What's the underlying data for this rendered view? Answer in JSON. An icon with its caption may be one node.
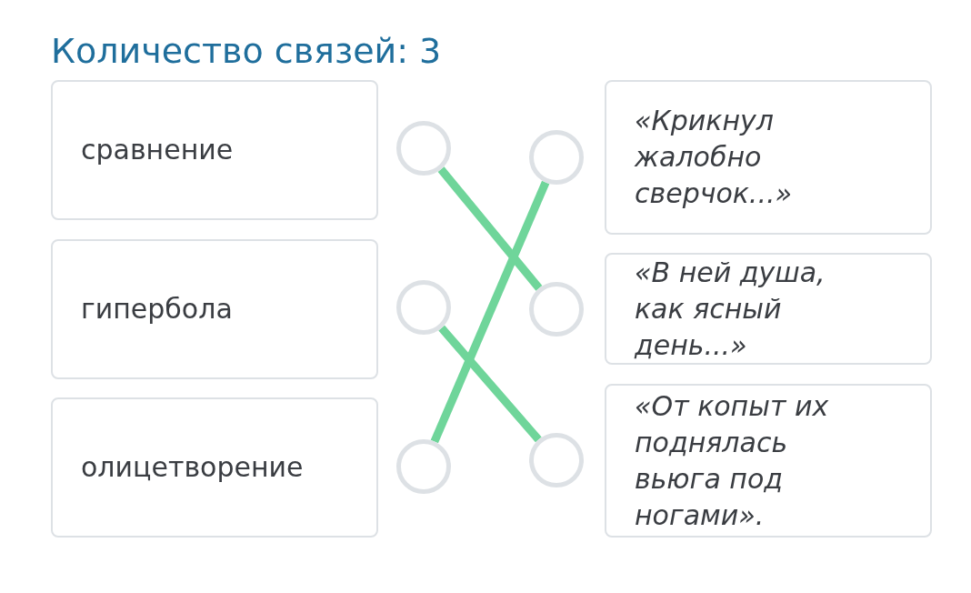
{
  "diagram": {
    "title": "Количество связей: 3",
    "nodes": [
      {
        "text": [
          "сравнение"
        ]
      },
      {
        "text": [],
        "shape": "circle"
      },
      {
        "text": [],
        "shape": "circle"
      },
      {
        "text": [
          "«Крикнул жалобно сверчок...»"
        ]
      },
      {
        "text": [
          "гипербола"
        ]
      },
      {
        "text": [],
        "shape": "circle"
      },
      {
        "text": [],
        "shape": "circle"
      },
      {
        "text": [
          "«В ней душа, как ясный день...»"
        ]
      },
      {
        "text": [
          "олицетворение"
        ]
      },
      {
        "text": [],
        "shape": "circle"
      },
      {
        "text": [],
        "shape": "circle"
      },
      {
        "text": [
          "«От копыт их поднялась вьюга под ногами»."
        ]
      }
    ],
    "edges": [
      {
        "from": 1,
        "to": 6,
        "arrow": "none"
      },
      {
        "from": 5,
        "to": 10,
        "arrow": "none"
      },
      {
        "from": 9,
        "to": 2,
        "arrow": "none"
      }
    ]
  }
}
